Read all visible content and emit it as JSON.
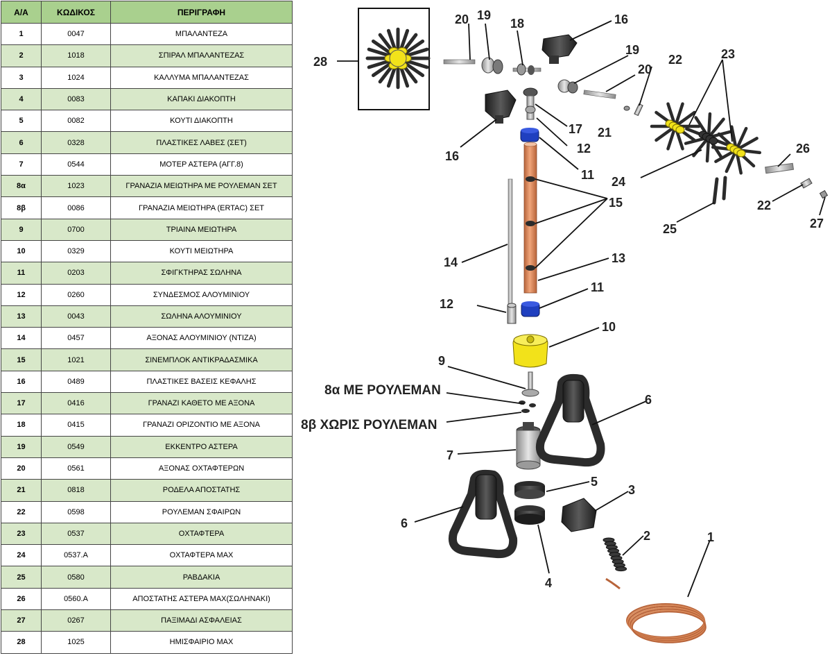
{
  "table": {
    "headers": [
      "Α/Α",
      "ΚΩΔΙΚΟΣ",
      "ΠΕΡΙΓΡΑΦΗ"
    ],
    "rows": [
      [
        "1",
        "0047",
        "ΜΠΑΛΑΝΤΕΖΑ"
      ],
      [
        "2",
        "1018",
        "ΣΠΙΡΑΛ ΜΠΑΛΑΝΤΕΖΑΣ"
      ],
      [
        "3",
        "1024",
        "ΚΑΛΛΥΜΑ ΜΠΑΛΑΝΤΕΖΑΣ"
      ],
      [
        "4",
        "0083",
        "ΚΑΠΑΚΙ ΔΙΑΚΟΠΤΗ"
      ],
      [
        "5",
        "0082",
        "ΚΟΥΤΙ ΔΙΑΚΟΠΤΗ"
      ],
      [
        "6",
        "0328",
        "ΠΛΑΣΤΙΚΕΣ ΛΑΒΕΣ (ΣΕΤ)"
      ],
      [
        "7",
        "0544",
        "ΜΟΤΕΡ ΑΣΤΕΡΑ (ΑΓΓ.8)"
      ],
      [
        "8α",
        "1023",
        "ΓΡΑΝΑΖΙΑ ΜΕΙΩΤΗΡΑ ΜΕ ΡΟΥΛΕΜΑΝ ΣΕΤ"
      ],
      [
        "8β",
        "0086",
        "ΓΡΑΝΑΖΙΑ ΜΕΙΩΤΗΡΑ (ERTAC) ΣΕΤ"
      ],
      [
        "9",
        "0700",
        "ΤΡΙΑΙΝΑ ΜΕΙΩΤΗΡΑ"
      ],
      [
        "10",
        "0329",
        "ΚΟΥΤΙ ΜΕΙΩΤΗΡΑ"
      ],
      [
        "11",
        "0203",
        "ΣΦΙΓΚΤΗΡΑΣ ΣΩΛΗΝΑ"
      ],
      [
        "12",
        "0260",
        "ΣΥΝΔΕΣΜΟΣ ΑΛΟΥΜΙΝΙΟΥ"
      ],
      [
        "13",
        "0043",
        "ΣΩΛΗΝΑ ΑΛΟΥΜΙΝΙΟΥ"
      ],
      [
        "14",
        "0457",
        "ΑΞΟΝΑΣ ΑΛΟΥΜΙΝΙΟΥ (ΝΤΙΖΑ)"
      ],
      [
        "15",
        "1021",
        "ΣΙΝΕΜΠΛΟΚ ΑΝΤΙΚΡΑΔΑΣΜΙΚΑ"
      ],
      [
        "16",
        "0489",
        "ΠΛΑΣΤΙΚΕΣ ΒΑΣΕΙΣ ΚΕΦΑΛΗΣ"
      ],
      [
        "17",
        "0416",
        "ΓΡΑΝΑΖΙ ΚΑΘΕΤΟ ΜΕ ΑΞΟΝΑ"
      ],
      [
        "18",
        "0415",
        "ΓΡΑΝΑΖΙ ΟΡΙΖΟΝΤΙΟ ΜΕ ΑΞΟΝΑ"
      ],
      [
        "19",
        "0549",
        "ΕΚΚΕΝΤΡΟ ΑΣΤΕΡΑ"
      ],
      [
        "20",
        "0561",
        "ΑΞΟΝΑΣ ΟΧΤΑΦΤΕΡΩΝ"
      ],
      [
        "21",
        "0818",
        "ΡΟΔΕΛΑ ΑΠΟΣΤΑΤΗΣ"
      ],
      [
        "22",
        "0598",
        "ΡΟΥΛΕΜΑΝ ΣΦΑΙΡΩΝ"
      ],
      [
        "23",
        "0537",
        "ΟΧΤΑΦΤΕΡΑ"
      ],
      [
        "24",
        "0537.A",
        "ΟΧΤΑΦΤΕΡΑ MAX"
      ],
      [
        "25",
        "0580",
        "ΡΑΒΔΑΚΙΑ"
      ],
      [
        "26",
        "0560.A",
        "ΑΠΟΣΤΑΤΗΣ ΑΣΤΕΡΑ MAX(ΣΩΛΗΝΑΚΙ)"
      ],
      [
        "27",
        "0267",
        "ΠΑΞΙΜΑΔΙ ΑΣΦΑΛΕΙΑΣ"
      ],
      [
        "28",
        "1025",
        "ΗΜΙΣΦΑΙΡΙΟ MAX"
      ]
    ]
  },
  "diagram": {
    "notes": {
      "note_8a": "8α ΜΕ ΡΟΥΛΕΜΑΝ",
      "note_8b": "8β ΧΩΡΙΣ ΡΟΥΛΕΜΑΝ"
    },
    "callouts": [
      "28",
      "20",
      "19",
      "18",
      "16",
      "19",
      "20",
      "22",
      "23",
      "17",
      "21",
      "16",
      "12",
      "11",
      "26",
      "24",
      "22",
      "25",
      "27",
      "15",
      "14",
      "13",
      "11",
      "12",
      "10",
      "9",
      "6",
      "7",
      "5",
      "3",
      "6",
      "2",
      "4",
      "1"
    ],
    "colors": {
      "copper": "#d98a5a",
      "yellow": "#f2e21a",
      "blue": "#1f3fbf",
      "dark": "#2b2b2b",
      "steel": "#b8b8b8"
    }
  }
}
